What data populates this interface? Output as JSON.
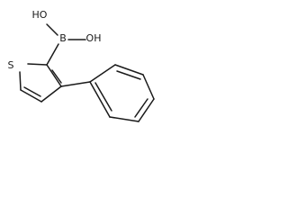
{
  "molecule": {
    "atom_labels": {
      "boron": "B",
      "hydroxyl_left": "HO",
      "hydroxyl_right": "OH",
      "sulfur": "S"
    }
  },
  "colors": {
    "bond": "#1a1a1a",
    "background": "#ffffff"
  }
}
